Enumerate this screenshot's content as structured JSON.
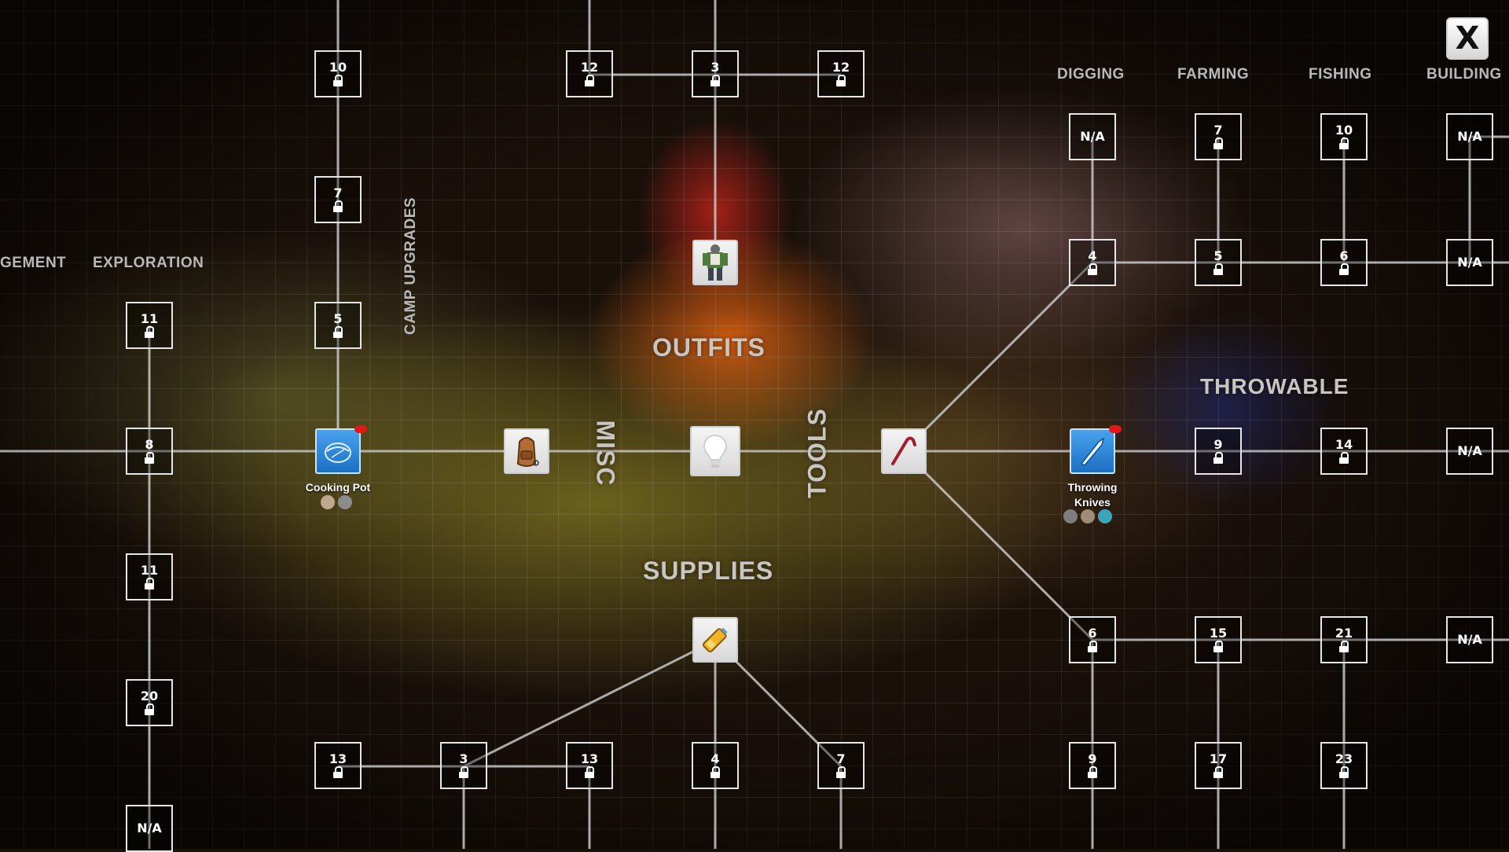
{
  "categories": {
    "outfits": "OUTFITS",
    "misc": "MISC",
    "tools": "TOOLS",
    "supplies": "SUPPLIES",
    "throwable": "THROWABLE",
    "camp_upgrades": "CAMP UPGRADES"
  },
  "column_headers": {
    "management": "GEMENT",
    "exploration": "EXPLORATION",
    "digging": "DIGGING",
    "farming": "FARMING",
    "fishing": "FISHING",
    "building": "BUILDING"
  },
  "close_button": "X",
  "unlocked_items": {
    "cooking_pot": "Cooking Pot",
    "throwing_knives_line1": "Throwing",
    "throwing_knives_line2": "Knives"
  },
  "nodes": {
    "exploration": [
      "11",
      "8",
      "11",
      "20",
      "N/A"
    ],
    "camp": [
      "10",
      "7",
      "5"
    ],
    "outfits_top": [
      "12",
      "3",
      "12"
    ],
    "supplies_bottom": [
      "13",
      "3",
      "13",
      "4",
      "7"
    ],
    "digging": [
      "N/A",
      "4",
      "6",
      "9"
    ],
    "farming": [
      "7",
      "5",
      "15",
      "17"
    ],
    "fishing": [
      "10",
      "6",
      "21",
      "23"
    ],
    "building": [
      "N/A",
      "N/A",
      "N/A",
      "N/A"
    ],
    "throwable": [
      "9",
      "14"
    ]
  },
  "icons": {
    "outfit": "outfit-character-icon",
    "backpack": "backpack-icon",
    "lightbulb": "lightbulb-icon",
    "crowbar": "crowbar-icon",
    "supplies": "battery-icon",
    "cooking_pot": "cooking-pot-icon",
    "throwing_knives": "throwing-knife-icon"
  },
  "colors": {
    "node_border": "#e6e6e6",
    "link": "#c8c8c8",
    "badge": "#e01818",
    "unlocked_blue": "#2f86da"
  }
}
